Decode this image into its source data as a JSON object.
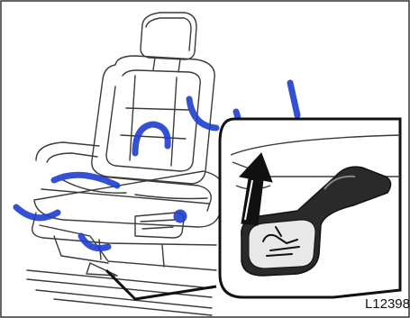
{
  "figure": {
    "code": "L12398",
    "colors": {
      "line": "#3a3a3a",
      "watermark": "#1f3fd0",
      "handle": "#222222"
    },
    "icons": [
      "car-seat-illustration",
      "seat-adjust-lever-icon",
      "up-arrow-icon",
      "seat-symbol-icon",
      "watermark-logo"
    ]
  }
}
